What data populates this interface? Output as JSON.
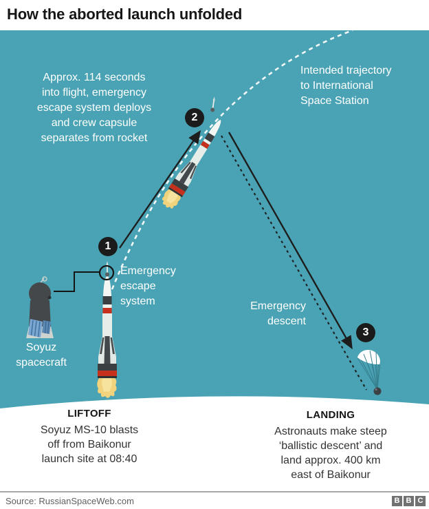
{
  "header": {
    "title": "How the aborted launch unfolded"
  },
  "colors": {
    "background": "#4aa3b4",
    "marker_black": "#1b1b1b",
    "rocket_red": "#c5311c",
    "flame_yellow": "#f0d37c",
    "trajectory_white": "#f3f8f8",
    "panel_blue": "#7aa6d2",
    "footer_text": "#5f5f5f",
    "logo_gray": "#717171"
  },
  "diagram": {
    "flight_note": [
      "Approx. 114 seconds",
      "into flight, emergency",
      "escape system deploys",
      "and crew capsule",
      "separates from rocket"
    ],
    "intended_trajectory": [
      "Intended trajectory",
      "to International",
      "Space Station"
    ],
    "escape_label": [
      "Emergency",
      "escape",
      "system"
    ],
    "descent_label": [
      "Emergency",
      "descent"
    ],
    "soyuz_label": [
      "Soyuz",
      "spacecraft"
    ],
    "markers": {
      "one": "1",
      "two": "2",
      "three": "3"
    },
    "icons": [
      "rocket-icon",
      "escape-tower-icon",
      "soyuz-spacecraft-icon",
      "parachute-icon"
    ]
  },
  "liftoff": {
    "heading": "LIFTOFF",
    "lines": [
      "Soyuz MS-10 blasts",
      "off from Baikonur",
      "launch site at 08:40"
    ]
  },
  "landing": {
    "heading": "LANDING",
    "lines": [
      "Astronauts make steep",
      "‘ballistic descent’ and",
      "land approx. 400 km",
      "east of Baikonur"
    ]
  },
  "footer": {
    "source": "Source: RussianSpaceWeb.com",
    "logo_letters": [
      "B",
      "B",
      "C"
    ]
  }
}
